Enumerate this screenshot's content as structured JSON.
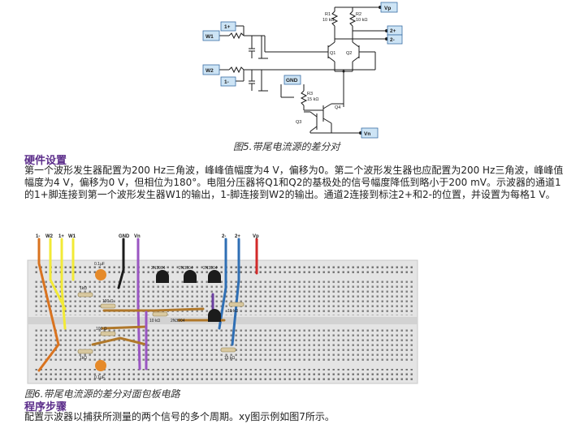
{
  "fig5": {
    "caption": "图5.带尾电流源的差分对",
    "labels": {
      "vp": "Vp",
      "w1": "W1",
      "w2": "W2",
      "one_plus": "1+",
      "one_minus": "1-",
      "two_plus": "2+",
      "two_minus": "2-",
      "gnd": "GND",
      "vn": "Vn",
      "r1": "R1",
      "r1_val": "10 kΩ",
      "r2": "R2",
      "r2_val": "10 kΩ",
      "r3": "R3",
      "r3_val": "15 kΩ",
      "q1": "Q1",
      "q2": "Q2",
      "q3": "Q3",
      "q4": "Q4"
    }
  },
  "section1": {
    "title": "硬件设置",
    "body": "第一个波形发生器配置为200 Hz三角波，峰峰值幅度为4 V，偏移为0。第二个波形发生器也应配置为200 Hz三角波，峰峰值幅度为4 V，偏移为0 V，但相位为180°。电阻分压器将Q1和Q2的基极处的信号幅度降低到略小于200 mV。示波器的通道1的1+脚连接到第一个波形发生器W1的输出，1-脚连接到W2的输出。通道2连接到标注2+和2-的位置，并设置为每格1 V。"
  },
  "fig6": {
    "caption": "图6.带尾电流源的差分对面包板电路",
    "labels": {
      "top_1m": "1-",
      "top_w2": "W2",
      "top_1p": "1+",
      "top_w1": "W1",
      "gnd": "GND",
      "vn": "Vn",
      "two_m": "2-",
      "two_p": "2+",
      "vp": "Vp",
      "cap_top": "0.1µF",
      "cap_bot": "0.1µF",
      "r_1k": "1kΩ",
      "r_100": "100 Ω",
      "r_100b": "100 Ω",
      "r_1k_b": "1kΩ",
      "t1": "2N3904",
      "t2": "2N3904",
      "t3": "2N3904",
      "t4": "2N3904",
      "r_10k_a": "10 kΩ",
      "r_10k_b": "10 kΩ",
      "r_15k": "15 kΩ"
    }
  },
  "section2": {
    "title": "程序步骤",
    "body": "配置示波器以捕获所测量的两个信号的多个周期。xy图示例如图7所示。"
  }
}
